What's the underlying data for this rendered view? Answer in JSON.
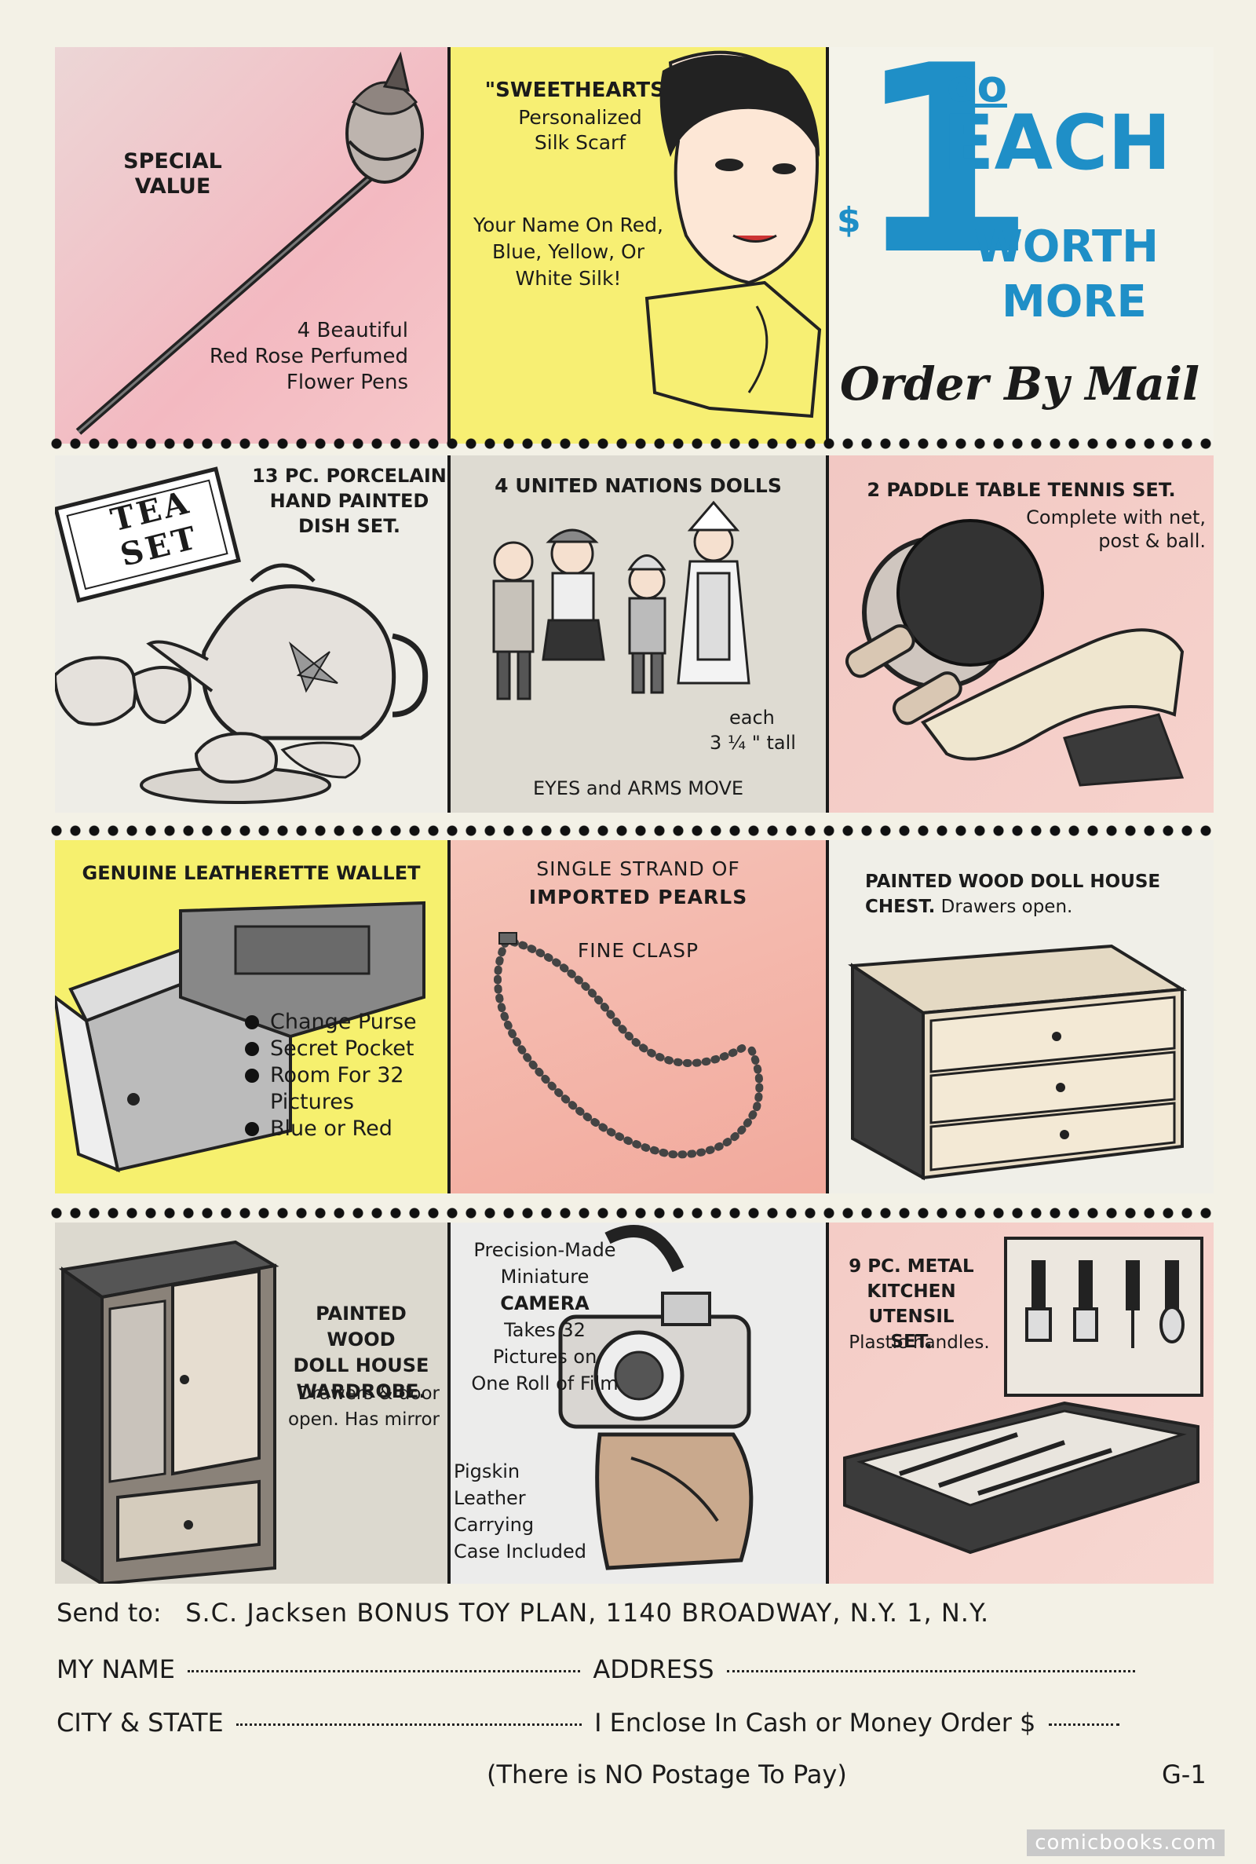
{
  "r1": {
    "pen": {
      "title": "SPECIAL VALUE",
      "desc": [
        "4 Beautiful",
        "Red Rose Perfumed",
        "Flower Pens"
      ]
    },
    "scarf": {
      "title": "\"SWEETHEARTS\"",
      "sub": [
        "Personalized",
        "Silk Scarf"
      ],
      "desc": [
        "Your Name On Red,",
        "Blue, Yellow, Or",
        "White Silk!"
      ]
    },
    "price": {
      "dollar": "$",
      "one": "1",
      "cents": "oo",
      "each": "EACH",
      "worth": "WORTH",
      "more": "MORE",
      "order": "Order By Mail"
    }
  },
  "r2": {
    "tea": {
      "box": "TEA SET",
      "title": [
        "13 PC. PORCELAIN",
        "HAND PAINTED",
        "DISH SET."
      ]
    },
    "dolls": {
      "title": "4 UNITED NATIONS DOLLS",
      "each": "each",
      "tall": "3 ¼ \" tall",
      "eyes": "EYES and ARMS MOVE"
    },
    "tennis": {
      "title": "2 PADDLE TABLE TENNIS SET.",
      "desc": [
        "Complete with net,",
        "post & ball."
      ]
    }
  },
  "r3": {
    "wallet": {
      "title": "GENUINE LEATHERETTE WALLET",
      "bullets": [
        "Change Purse",
        "Secret Pocket",
        "Room For 32",
        "Pictures",
        "Blue or Red"
      ]
    },
    "pearls": {
      "l1": "SINGLE STRAND OF",
      "l2": "IMPORTED PEARLS",
      "l3": "FINE CLASP"
    },
    "chest": {
      "title": "PAINTED WOOD DOLL HOUSE",
      "l2": "CHEST.",
      "l2b": "Drawers open."
    }
  },
  "r4": {
    "wardrobe": {
      "title": [
        "PAINTED WOOD",
        "DOLL HOUSE",
        "WARDROBE."
      ],
      "desc": [
        "Drawers & door",
        "open. Has mirror"
      ]
    },
    "camera": {
      "lines": [
        "Precision-Made",
        "Miniature",
        "CAMERA",
        "Takes 32",
        "Pictures on",
        "One Roll of Film"
      ],
      "case": [
        "Pigskin",
        "Leather",
        "Carrying",
        "Case Included"
      ]
    },
    "kitchen": {
      "title": [
        "9 PC. METAL",
        "KITCHEN UTENSIL",
        "SET."
      ],
      "desc": "Plastic handles."
    }
  },
  "form": {
    "send_label": "Send to:",
    "send_addr": "S.C. Jacksen BONUS TOY PLAN, 1140 BROADWAY, N.Y. 1, N.Y.",
    "name_label": "MY NAME",
    "address_label": "ADDRESS",
    "city_label": "CITY & STATE",
    "enclose": "I Enclose In Cash or Money Order $",
    "postage": "(There is NO Postage To Pay)",
    "code": "G-1"
  },
  "watermark": "comicbooks.com",
  "colors": {
    "pink": "#f3c9c2",
    "yellow": "#f7f07a",
    "gray": "#dedbd2",
    "blue": "#1f8fc7",
    "salmon": "#f4b7ad"
  }
}
